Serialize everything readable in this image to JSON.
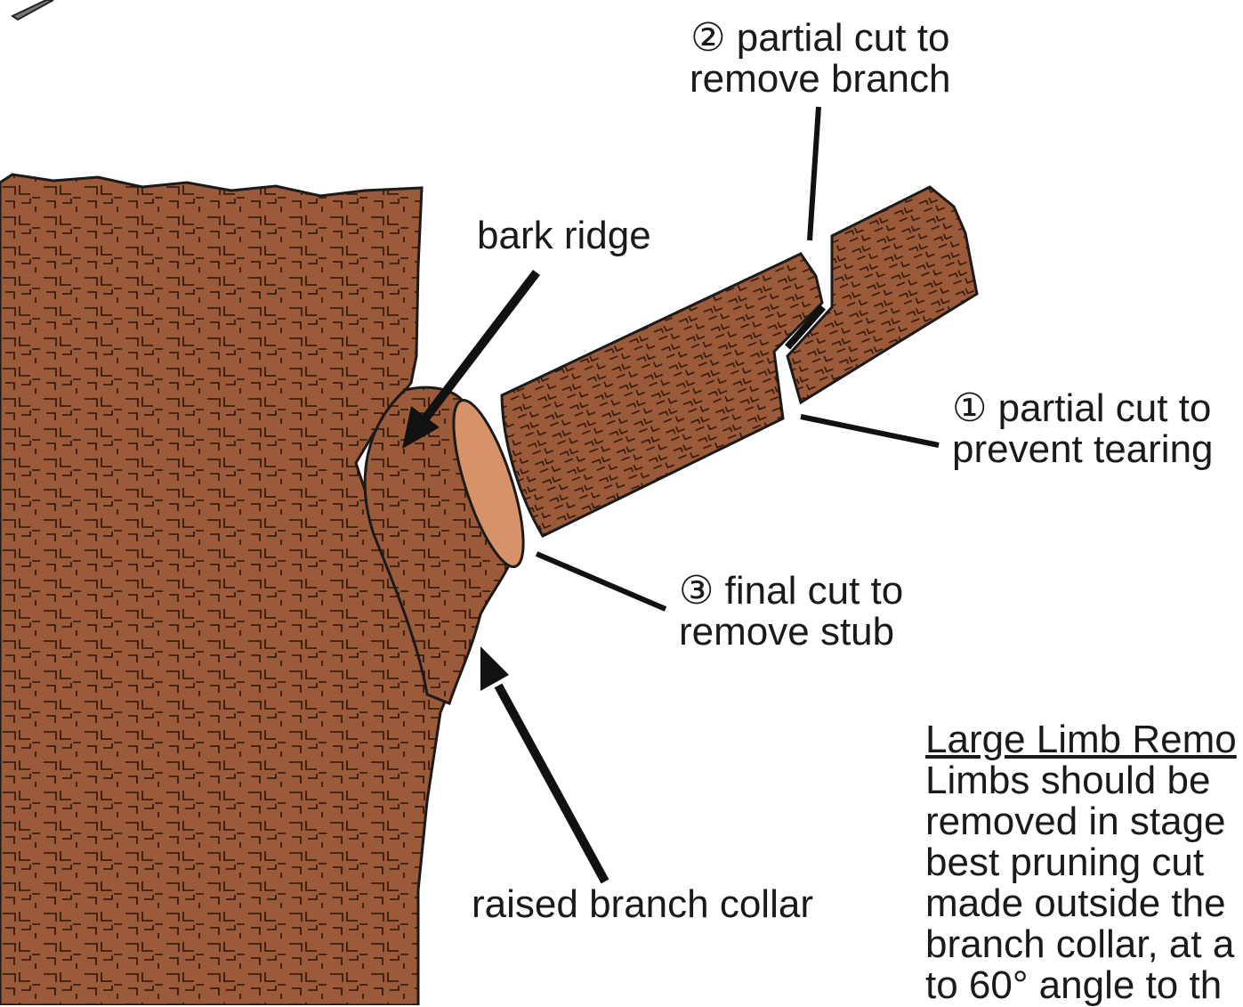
{
  "labels": {
    "partial_cut_2": [
      "② partial cut to",
      "remove branch"
    ],
    "bark_ridge": "bark ridge",
    "partial_cut_1": [
      "① partial cut to",
      "prevent tearing"
    ],
    "final_cut_3": [
      "③ final cut to",
      "remove stub"
    ],
    "raised_branch_collar": "raised branch collar"
  },
  "note": {
    "title": "Large Limb Remo",
    "body": "Limbs should be\nremoved in stage\nbest pruning cut\nmade outside the\nbranch collar, at a\nto 60° angle to th"
  },
  "colors": {
    "bark": "#9b5a3a",
    "bark_dark": "#7a3f24",
    "cut_face": "#d8926a",
    "outline": "#1a1a1a"
  }
}
